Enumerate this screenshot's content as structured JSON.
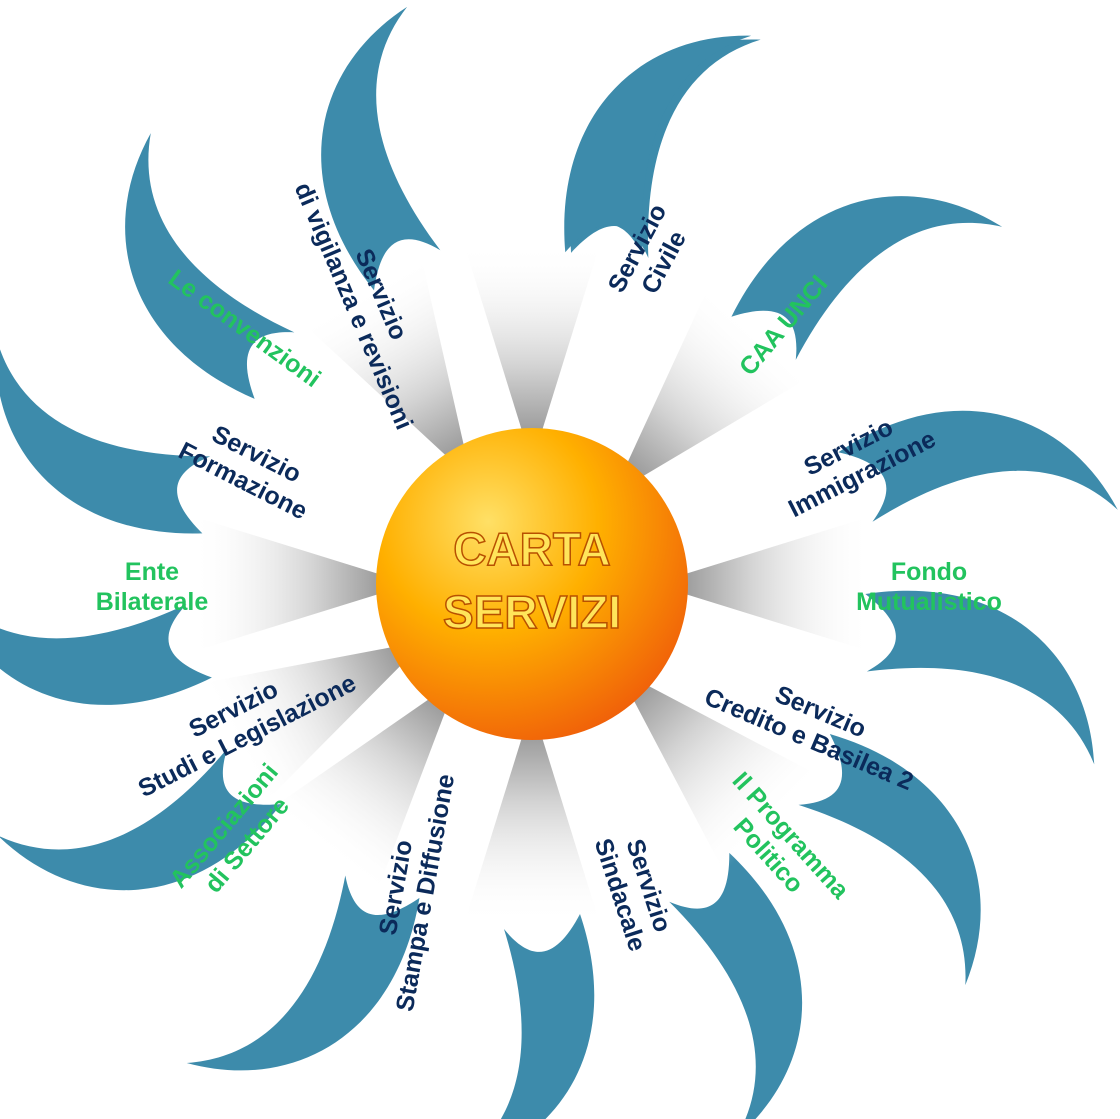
{
  "center": {
    "line1": "CARTA",
    "line2": "SERVIZI"
  },
  "colors": {
    "petal": "#3d8bab",
    "navy": "#0b2a5a",
    "green": "#22c35e",
    "sun_light": "#ffe066",
    "sun_mid": "#ffa500",
    "sun_dark": "#ef5a0a",
    "title_fill": "#ffe55a"
  },
  "services": [
    {
      "id": "civile",
      "lines": [
        "Servizio",
        "Civile"
      ],
      "color": "navy"
    },
    {
      "id": "caa",
      "lines": [
        "CAA UNCI"
      ],
      "color": "green"
    },
    {
      "id": "immigrazione",
      "lines": [
        "Servizio",
        "Immigrazione"
      ],
      "color": "navy"
    },
    {
      "id": "fondo",
      "lines": [
        "Fondo",
        "Mutualistico"
      ],
      "color": "green"
    },
    {
      "id": "credito",
      "lines": [
        "Servizio",
        "Credito e Basilea 2"
      ],
      "color": "navy"
    },
    {
      "id": "programma",
      "lines": [
        "Il Programma",
        "Politico"
      ],
      "color": "green"
    },
    {
      "id": "sindacale",
      "lines": [
        "Servizio",
        "Sindacale"
      ],
      "color": "navy"
    },
    {
      "id": "stampa",
      "lines": [
        "Servizio",
        "Stampa e Diffusione"
      ],
      "color": "navy"
    },
    {
      "id": "associazioni",
      "lines": [
        "Associazioni",
        "di Settore"
      ],
      "color": "green"
    },
    {
      "id": "studi",
      "lines": [
        "Servizio",
        "Studi e Legislazione"
      ],
      "color": "navy"
    },
    {
      "id": "ente",
      "lines": [
        "Ente",
        "Bilaterale"
      ],
      "color": "green"
    },
    {
      "id": "formazione",
      "lines": [
        "Servizio",
        "Formazione"
      ],
      "color": "navy"
    },
    {
      "id": "convenzioni",
      "lines": [
        "Le convenzioni"
      ],
      "color": "green"
    },
    {
      "id": "vigilanza",
      "lines": [
        "Servizio",
        "di vigilanza e revisioni"
      ],
      "color": "navy"
    }
  ]
}
